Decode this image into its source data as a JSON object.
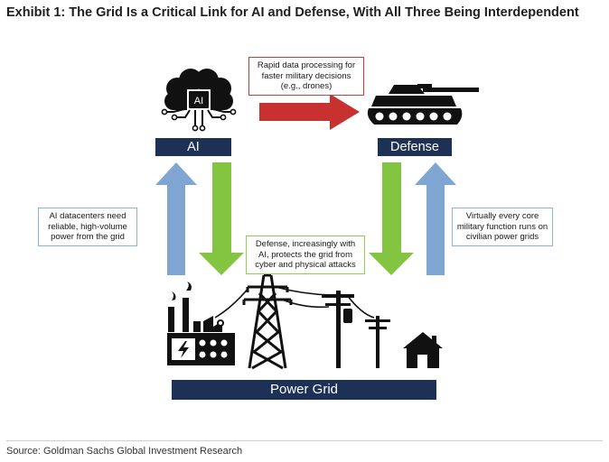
{
  "title": "Exhibit 1: The Grid Is a Critical Link for AI and Defense, With All Three Being Interdependent",
  "source": "Source: Goldman Sachs Global Investment Research",
  "nodes": {
    "ai": "AI",
    "defense": "Defense",
    "power_grid": "Power Grid",
    "chip_text": "AI"
  },
  "callouts": {
    "ai_to_defense": "Rapid data processing for faster military decisions (e.g., drones)",
    "grid_to_ai": "AI datacenters need reliable, high-volume power from the grid",
    "defense_to_grid": "Defense, increasingly with AI, protects the grid from cyber and physical attacks",
    "grid_to_defense": "Virtually every core military function runs on civilian power grids"
  },
  "colors": {
    "navy": "#1d3157",
    "red_arrow": "#c8312f",
    "green_arrow": "#83c441",
    "blue_arrow": "#7fa6d3"
  },
  "icons": [
    "ai-brain-chip-icon",
    "tank-icon",
    "power-plant-icon",
    "transmission-tower-icon",
    "utility-pole-icon",
    "house-icon"
  ]
}
